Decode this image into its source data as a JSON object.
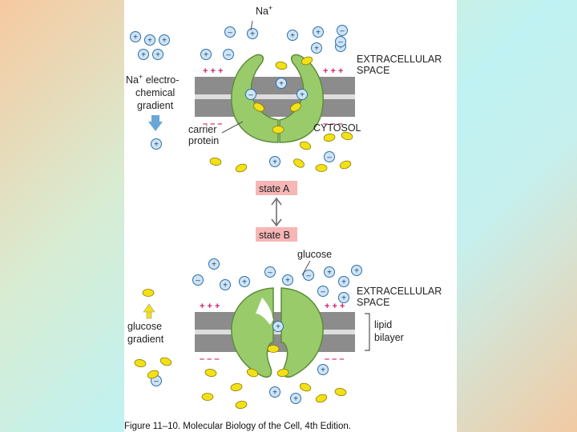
{
  "labels": {
    "na_top": "Na",
    "na_top_sup": "+",
    "extracellular_top_1": "EXTRACELLULAR",
    "extracellular_top_2": "SPACE",
    "cytosol": "CYTOSOL",
    "na_gradient_1": "Na",
    "na_gradient_sup": "+",
    "na_gradient_1b": " electro-",
    "na_gradient_2": "chemical",
    "na_gradient_3": "gradient",
    "carrier_1": "carrier",
    "carrier_2": "protein",
    "state_a": "state A",
    "state_b": "state B",
    "glucose": "glucose",
    "extracellular_bot_1": "EXTRACELLULAR",
    "extracellular_bot_2": "SPACE",
    "glucose_gradient_1": "glucose",
    "glucose_gradient_2": "gradient",
    "lipid_1": "lipid",
    "lipid_2": "bilayer",
    "caption": "Figure 11–10. Molecular Biology of the Cell, 4th Edition."
  },
  "signs": {
    "plus": "+ + +",
    "minus": "– – –"
  },
  "colors": {
    "protein": "#9acb6b",
    "membrane": "#8c8c8c",
    "glucose": "#f3e117",
    "ion": "#cfe4f6",
    "ion_stroke": "#2a6fa8",
    "state_box": "#f6b6b6",
    "charge_sign": "#d0206a"
  }
}
